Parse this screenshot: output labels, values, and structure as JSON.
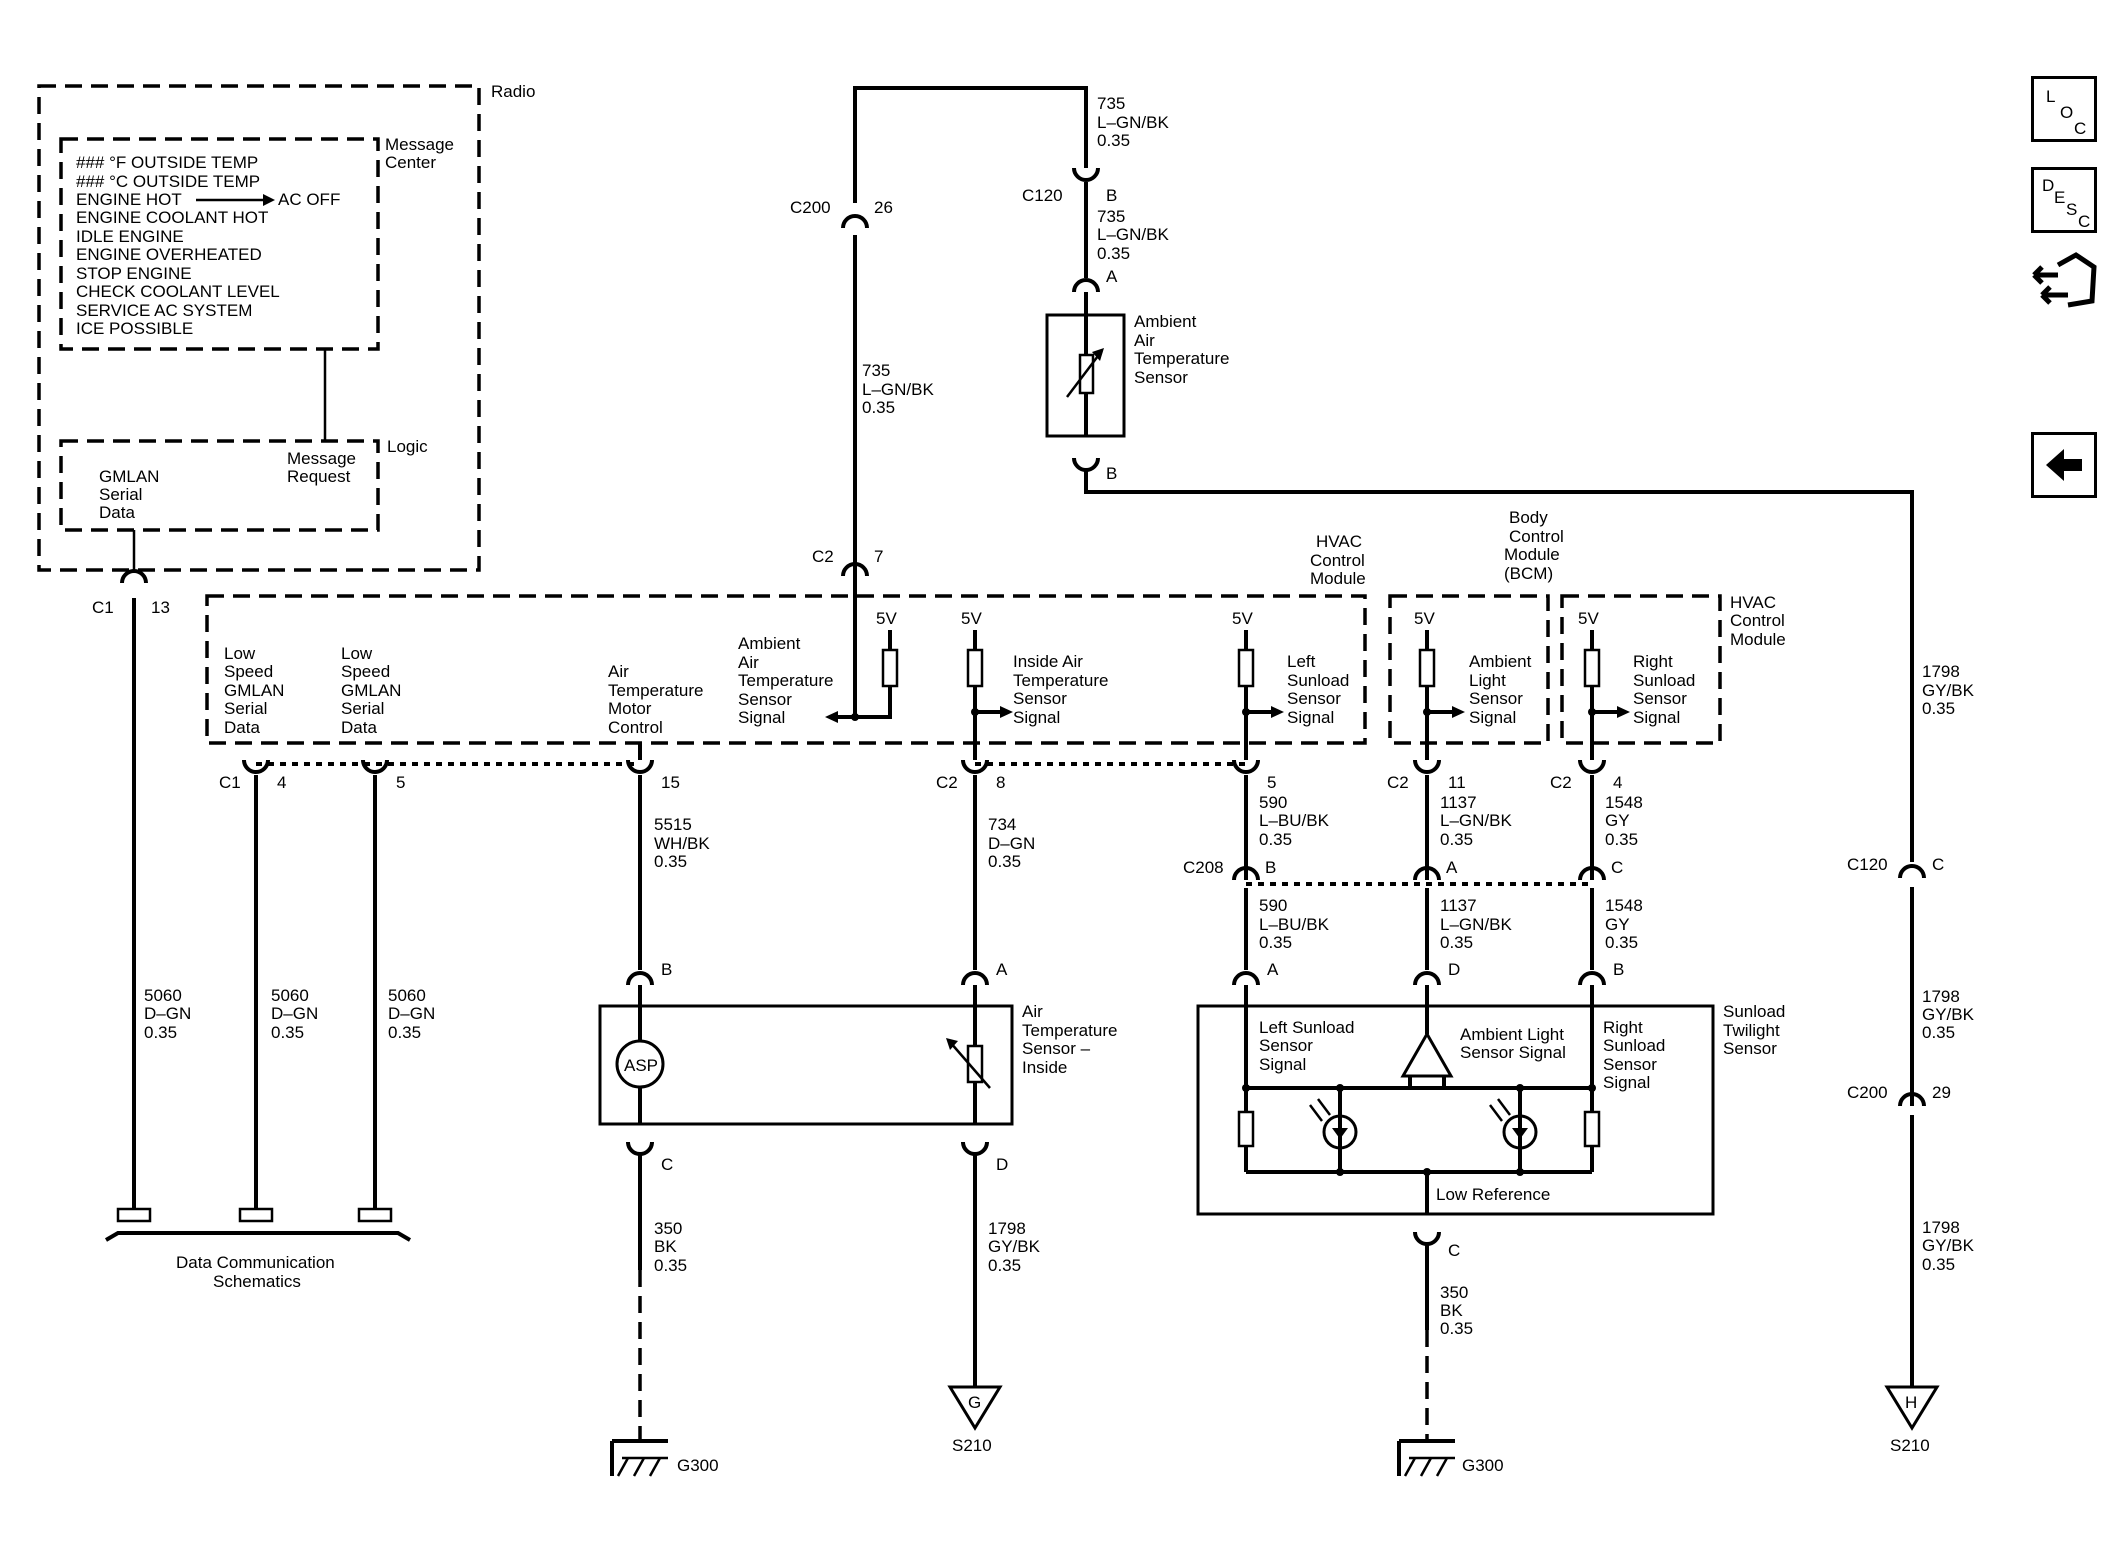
{
  "radio": {
    "title": "Radio",
    "message_center": [
      "Message",
      "Center"
    ],
    "lines": [
      "### °F OUTSIDE TEMP",
      "### °C  OUTSIDE TEMP",
      "ENGINE HOT",
      "AC OFF",
      "ENGINE COOLANT HOT",
      "IDLE ENGINE",
      "ENGINE OVERHEATED",
      "STOP ENGINE",
      "CHECK COOLANT LEVEL",
      "SERVICE AC SYSTEM",
      "ICE POSSIBLE"
    ],
    "logic": "Logic",
    "msg_request": [
      "Message",
      "Request"
    ],
    "gmlan": [
      "GMLAN",
      "Serial",
      "Data"
    ]
  },
  "conn": {
    "c1": "C1",
    "c2": "C2",
    "c200": "C200",
    "c120": "C120",
    "c208": "C208"
  },
  "pins": {
    "p13": "13",
    "p26": "26",
    "p7": "7",
    "p4": "4",
    "p5": "5",
    "p15": "15",
    "p8": "8",
    "p5b": "5",
    "p11": "11",
    "p4b": "4",
    "a": "A",
    "b": "B",
    "c": "C",
    "d": "D",
    "p29": "29"
  },
  "wires": {
    "w735": [
      "735",
      "L–GN/BK",
      "0.35"
    ],
    "w5060": [
      "5060",
      "D–GN",
      "0.35"
    ],
    "w5515": [
      "5515",
      "WH/BK",
      "0.35"
    ],
    "w734": [
      "734",
      "D–GN",
      "0.35"
    ],
    "w590": [
      "590",
      "L–BU/BK",
      "0.35"
    ],
    "w1137": [
      "1137",
      "L–GN/BK",
      "0.35"
    ],
    "w1548": [
      "1548",
      "GY",
      "0.35"
    ],
    "w1798": [
      "1798",
      "GY/BK",
      "0.35"
    ],
    "w350": [
      "350",
      "BK",
      "0.35"
    ]
  },
  "ambient_sensor": [
    "Ambient",
    "Air",
    "Temperature",
    "Sensor"
  ],
  "hvac_module": [
    "HVAC",
    "Control",
    "Module"
  ],
  "bcm": [
    "Body",
    "Control",
    "Module",
    "(BCM)"
  ],
  "hvac_module2": [
    "HVAC",
    "Control",
    "Module"
  ],
  "v5": "5V",
  "signals": {
    "low_speed": [
      "Low",
      "Speed",
      "GMLAN",
      "Serial",
      "Data"
    ],
    "air_temp_motor": [
      "Air",
      "Temperature",
      "Motor",
      "Control"
    ],
    "ambient_sig": [
      "Ambient",
      "Air",
      "Temperature",
      "Sensor",
      "Signal"
    ],
    "inside_sig": [
      "Inside Air",
      "Temperature",
      "Sensor",
      "Signal"
    ],
    "left_sunload": [
      "Left",
      "Sunload",
      "Sensor",
      "Signal"
    ],
    "ambient_light": [
      "Ambient",
      "Light",
      "Sensor",
      "Signal"
    ],
    "right_sunload": [
      "Right",
      "Sunload",
      "Sensor",
      "Signal"
    ]
  },
  "asp": "ASP",
  "air_temp_inside": [
    "Air",
    "Temperature",
    "Sensor –",
    "Inside"
  ],
  "sunload_sensor": [
    "Sunload",
    "Twilight",
    "Sensor"
  ],
  "sunload_inner": {
    "left": [
      "Left Sunload",
      "Sensor",
      "Signal"
    ],
    "ambient": [
      "Ambient Light",
      "Sensor Signal"
    ],
    "right": [
      "Right",
      "Sunload",
      "Sensor",
      "Signal"
    ],
    "low_ref": "Low Reference"
  },
  "grounds": {
    "g300": "G300",
    "s210": "S210",
    "g": "G",
    "h": "H"
  },
  "data_comm": [
    "Data Communication",
    "Schematics"
  ],
  "nav": {
    "loc": [
      "L",
      "O",
      "C"
    ],
    "desc": [
      "D",
      "E",
      "S",
      "C"
    ]
  }
}
